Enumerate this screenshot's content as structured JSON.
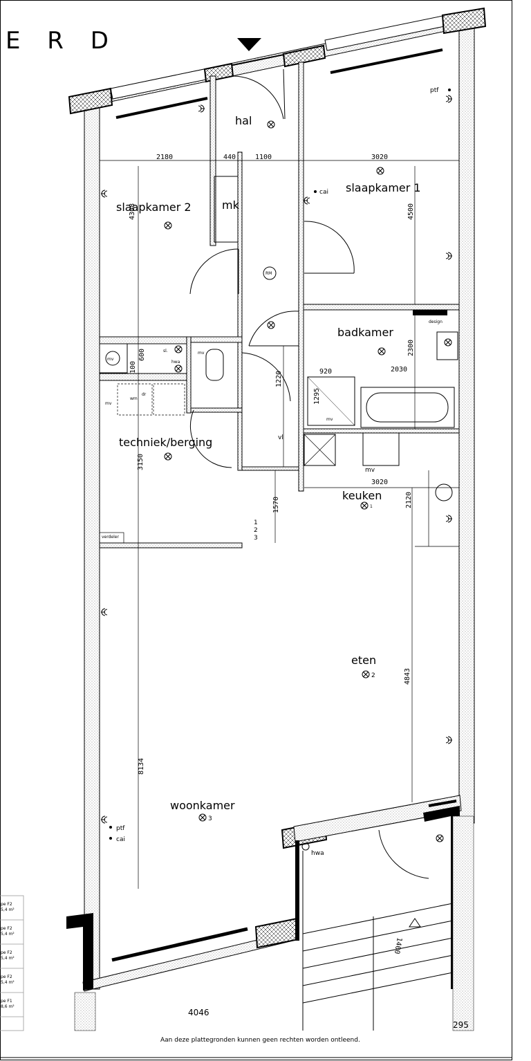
{
  "heading": "E R D",
  "rooms": {
    "hal": "hal",
    "slaapkamer2": "slaapkamer 2",
    "slaapkamer1": "slaapkamer 1",
    "mk": "mk",
    "rm": "RM",
    "badkamer": "badkamer",
    "techniek": "techniek/berging",
    "keuken": "keuken",
    "eten": "eten",
    "woonkamer": "woonkamer"
  },
  "dimensions": {
    "d2180": "2180",
    "d440": "440",
    "d1100": "1100",
    "d3020a": "3020",
    "d4308": "4308",
    "d4500": "4500",
    "d2300": "2300",
    "d2030": "2030",
    "d920": "920",
    "d1295": "1295",
    "d1220": "1220",
    "d100": "100",
    "d600": "600",
    "d3150": "3150",
    "d3020b": "3020",
    "d2120": "2120",
    "d1570": "1570",
    "d4843": "4843",
    "d8134": "8134",
    "d4046": "4046",
    "d295": "295",
    "d1400": "1400"
  },
  "symbols": {
    "ptf_top": "ptf",
    "cai_top": "cai",
    "design": "design",
    "mv": "mv",
    "wm": "wm",
    "dr": "dr",
    "sl": "sl.",
    "hwa": "hwa",
    "mv2": "mv",
    "mv3": "mv",
    "mv4": "mv",
    "mv5": "mv",
    "vl": "vl",
    "verdeler": "verdeler",
    "ptf_bottom": "ptf",
    "cai_bottom": "cai",
    "hwa_bottom": "hwa",
    "n1": "1",
    "n2": "2",
    "n3": "3",
    "sub1": "1",
    "sub2": "2",
    "sub3": "3"
  },
  "legend": [
    {
      "type": "pe F2",
      "area": "5,4 m²"
    },
    {
      "type": "pe F2",
      "area": "5,4 m²"
    },
    {
      "type": "pe F2",
      "area": "5,4 m²"
    },
    {
      "type": "pe F2",
      "area": "5,4 m²"
    },
    {
      "type": "pe F1",
      "area": "8,6 m²"
    }
  ],
  "footer": "Aan deze plattegronden kunnen geen rechten worden ontleend."
}
